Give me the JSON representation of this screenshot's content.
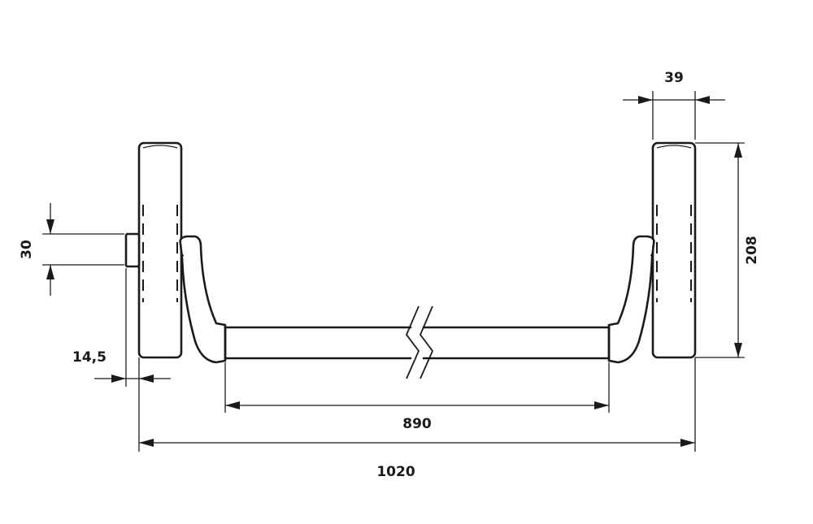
{
  "dimensions": {
    "top_width": "39",
    "height": "208",
    "offset": "30",
    "spindle": "14,5",
    "bar_length": "890",
    "overall_length": "1020"
  },
  "colors": {
    "line": "#1a1a1a",
    "background": "#ffffff"
  }
}
